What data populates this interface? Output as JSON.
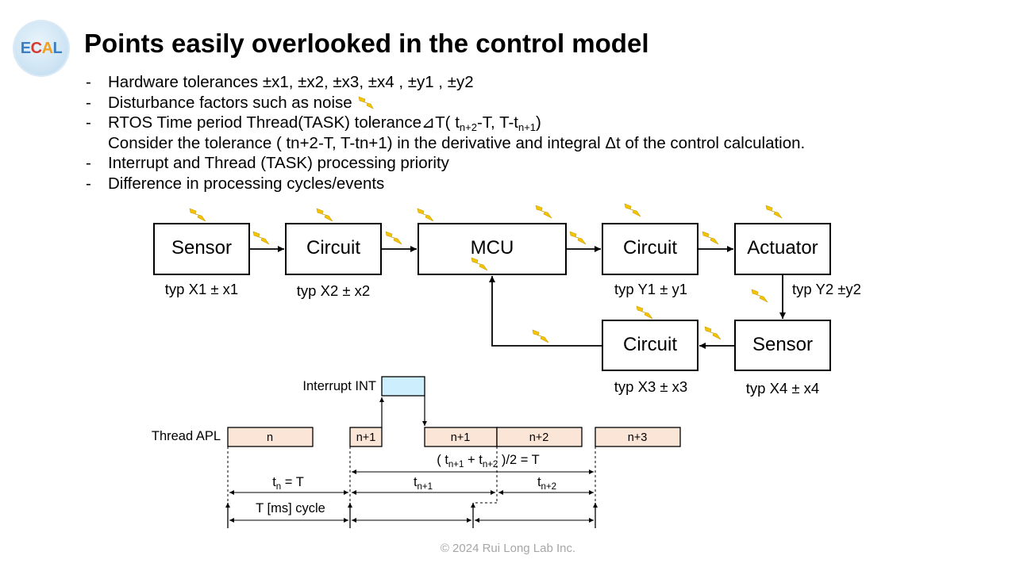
{
  "header": {
    "logo_text": "ECAL",
    "title": "Points easily overlooked in the control model"
  },
  "bullets": {
    "dash": "-",
    "b1": "Hardware tolerances ±x1, ±x2, ±x3, ±x4 , ±y1 , ±y2",
    "b2": "Disturbance factors such as noise",
    "b3_pre": "RTOS Time period Thread(TASK) tolerance⊿T( t",
    "b3_sub1": "n+2",
    "b3_mid": "-T, T-t",
    "b3_sub2": "n+1",
    "b3_post": ")",
    "b3_line2": "Consider the tolerance ( tn+2-T, T-tn+1) in the derivative and integral Δt of the control calculation.",
    "b4": "Interrupt and Thread (TASK) processing priority",
    "b5": "Difference in processing cycles/events"
  },
  "block_diagram": {
    "sensor1": "Sensor",
    "circuit1": "Circuit",
    "mcu": "MCU",
    "circuit2": "Circuit",
    "actuator": "Actuator",
    "circuit3": "Circuit",
    "sensor2": "Sensor",
    "tol_x1": "typ X1 ± x1",
    "tol_x2": "typ X2 ± x2",
    "tol_y1": "typ Y1 ± y1",
    "tol_y2": "typ Y2 ±y2",
    "tol_x3": "typ X3 ± x3",
    "tol_x4": "typ X4 ± x4",
    "noise_icon": "lightning-bolt-icon",
    "noise_color": "#f5c400"
  },
  "timing": {
    "interrupt_label": "Interrupt INT",
    "thread_label": "Thread APL",
    "task_n": "n",
    "task_n1a": "n+1",
    "task_n1b": "n+1",
    "task_n2": "n+2",
    "task_n3": "n+3",
    "avg_eq_open": "( t",
    "avg_eq_s1": "n+1",
    "avg_eq_plus": " + t",
    "avg_eq_s2": "n+2",
    "avg_eq_close": " )/2 = T",
    "tn_t": "t",
    "tn_sub": "n",
    "tn_eq": " = T",
    "tn1_t": "t",
    "tn1_sub": "n+1",
    "tn2_t": "t",
    "tn2_sub": "n+2",
    "cycle_label": "T [ms] cycle",
    "task_fill": "#fbe5d6",
    "interrupt_fill": "#cdeefd"
  },
  "footer": {
    "copyright": "© 2024 Rui Long Lab Inc."
  }
}
